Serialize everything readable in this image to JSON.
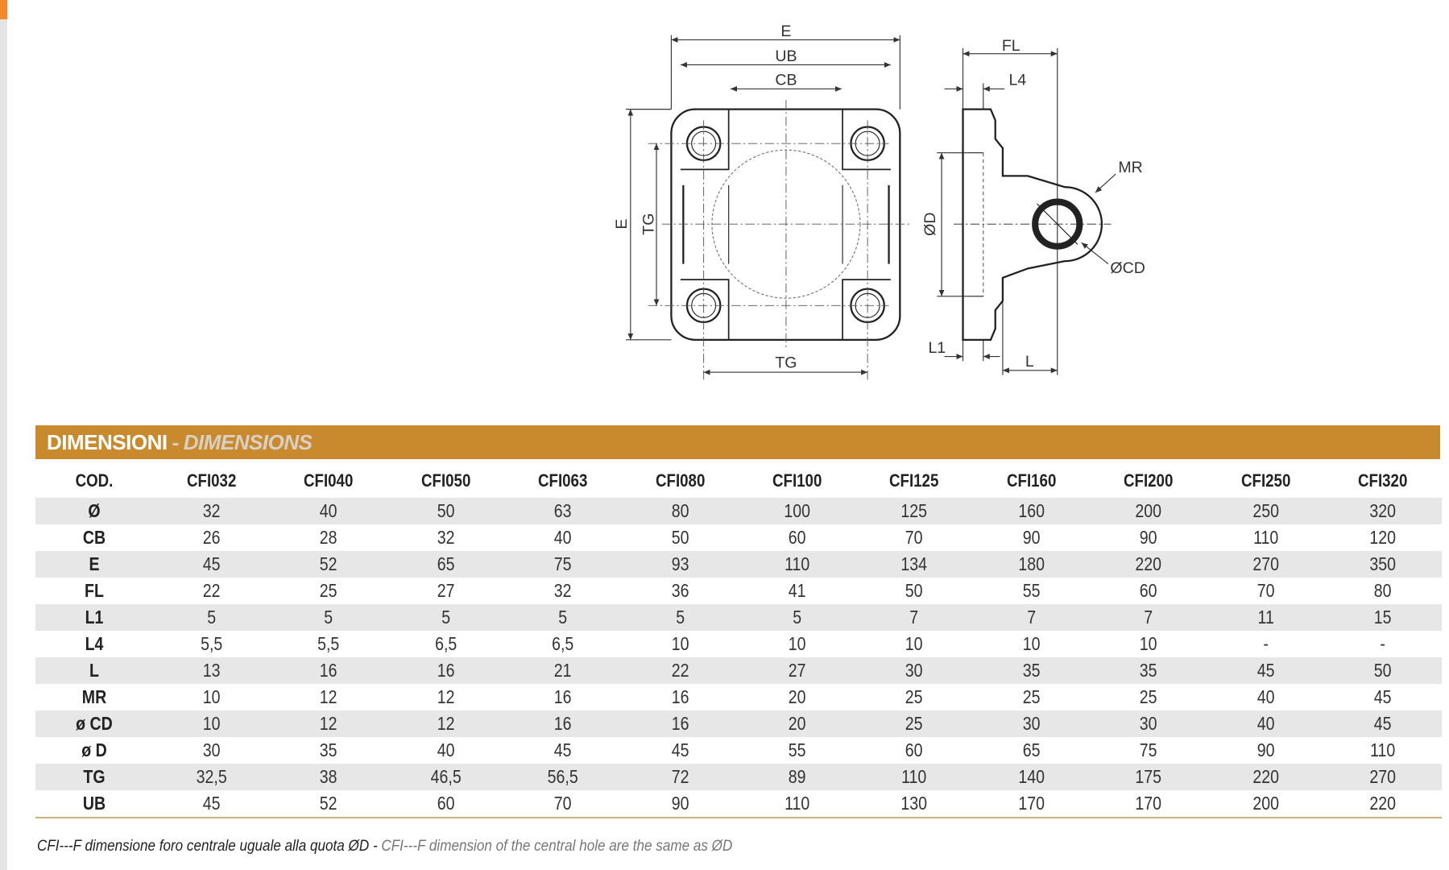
{
  "drawing": {
    "labels": {
      "E_top": "E",
      "UB": "UB",
      "CB": "CB",
      "E_left": "E",
      "TG_left": "TG",
      "TG_bottom": "TG",
      "FL": "FL",
      "L4": "L4",
      "OD": "ØD",
      "MR": "MR",
      "OCD": "ØCD",
      "L1": "L1",
      "L": "L"
    }
  },
  "section": {
    "title_it": "DIMENSIONI",
    "separator": "-",
    "title_en": "DIMENSIONS"
  },
  "table": {
    "header": [
      "COD.",
      "CFI032",
      "CFI040",
      "CFI050",
      "CFI063",
      "CFI080",
      "CFI100",
      "CFI125",
      "CFI160",
      "CFI200",
      "CFI250",
      "CFI320"
    ],
    "rows": [
      [
        "Ø",
        "32",
        "40",
        "50",
        "63",
        "80",
        "100",
        "125",
        "160",
        "200",
        "250",
        "320"
      ],
      [
        "CB",
        "26",
        "28",
        "32",
        "40",
        "50",
        "60",
        "70",
        "90",
        "90",
        "110",
        "120"
      ],
      [
        "E",
        "45",
        "52",
        "65",
        "75",
        "93",
        "110",
        "134",
        "180",
        "220",
        "270",
        "350"
      ],
      [
        "FL",
        "22",
        "25",
        "27",
        "32",
        "36",
        "41",
        "50",
        "55",
        "60",
        "70",
        "80"
      ],
      [
        "L1",
        "5",
        "5",
        "5",
        "5",
        "5",
        "5",
        "7",
        "7",
        "7",
        "11",
        "15"
      ],
      [
        "L4",
        "5,5",
        "5,5",
        "6,5",
        "6,5",
        "10",
        "10",
        "10",
        "10",
        "10",
        "-",
        "-"
      ],
      [
        "L",
        "13",
        "16",
        "16",
        "21",
        "22",
        "27",
        "30",
        "35",
        "35",
        "45",
        "50"
      ],
      [
        "MR",
        "10",
        "12",
        "12",
        "16",
        "16",
        "20",
        "25",
        "25",
        "25",
        "40",
        "45"
      ],
      [
        "ø CD",
        "10",
        "12",
        "12",
        "16",
        "16",
        "20",
        "25",
        "30",
        "30",
        "40",
        "45"
      ],
      [
        "ø D",
        "30",
        "35",
        "40",
        "45",
        "45",
        "55",
        "60",
        "65",
        "75",
        "90",
        "110"
      ],
      [
        "TG",
        "32,5",
        "38",
        "46,5",
        "56,5",
        "72",
        "89",
        "110",
        "140",
        "175",
        "220",
        "270"
      ],
      [
        "UB",
        "45",
        "52",
        "60",
        "70",
        "90",
        "110",
        "130",
        "170",
        "170",
        "200",
        "220"
      ]
    ]
  },
  "footnote": {
    "it": "CFI---F dimensione foro centrale uguale alla quota ØD - ",
    "en": "CFI---F dimension of the central hole are the same as ØD"
  },
  "colors": {
    "accent": "#c98a2e",
    "stripe": "#e7e7e7",
    "rail_mark": "#f28a2a"
  }
}
